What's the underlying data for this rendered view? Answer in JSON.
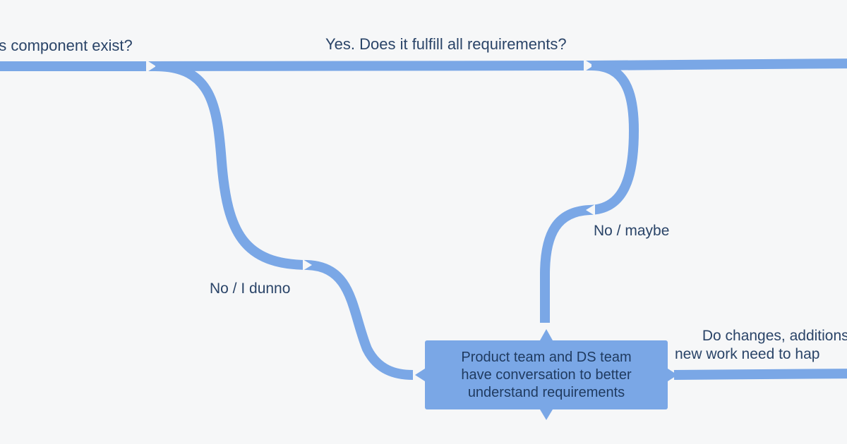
{
  "colors": {
    "background": "#f6f7f8",
    "path": "#7aa7e6",
    "node_fill": "#7aa7e6",
    "text": "#2a4468"
  },
  "edges": {
    "q1": "es component exist?",
    "q2": "Yes. Does it fulfill all requirements?",
    "no_dunno": "No / I dunno",
    "no_maybe": "No / maybe",
    "changes_line1": "Do changes, additions, o",
    "changes_line2": "new work need to hap"
  },
  "node": {
    "line1": "Product team and DS team",
    "line2": "have conversation to better",
    "line3": "understand requirements"
  }
}
